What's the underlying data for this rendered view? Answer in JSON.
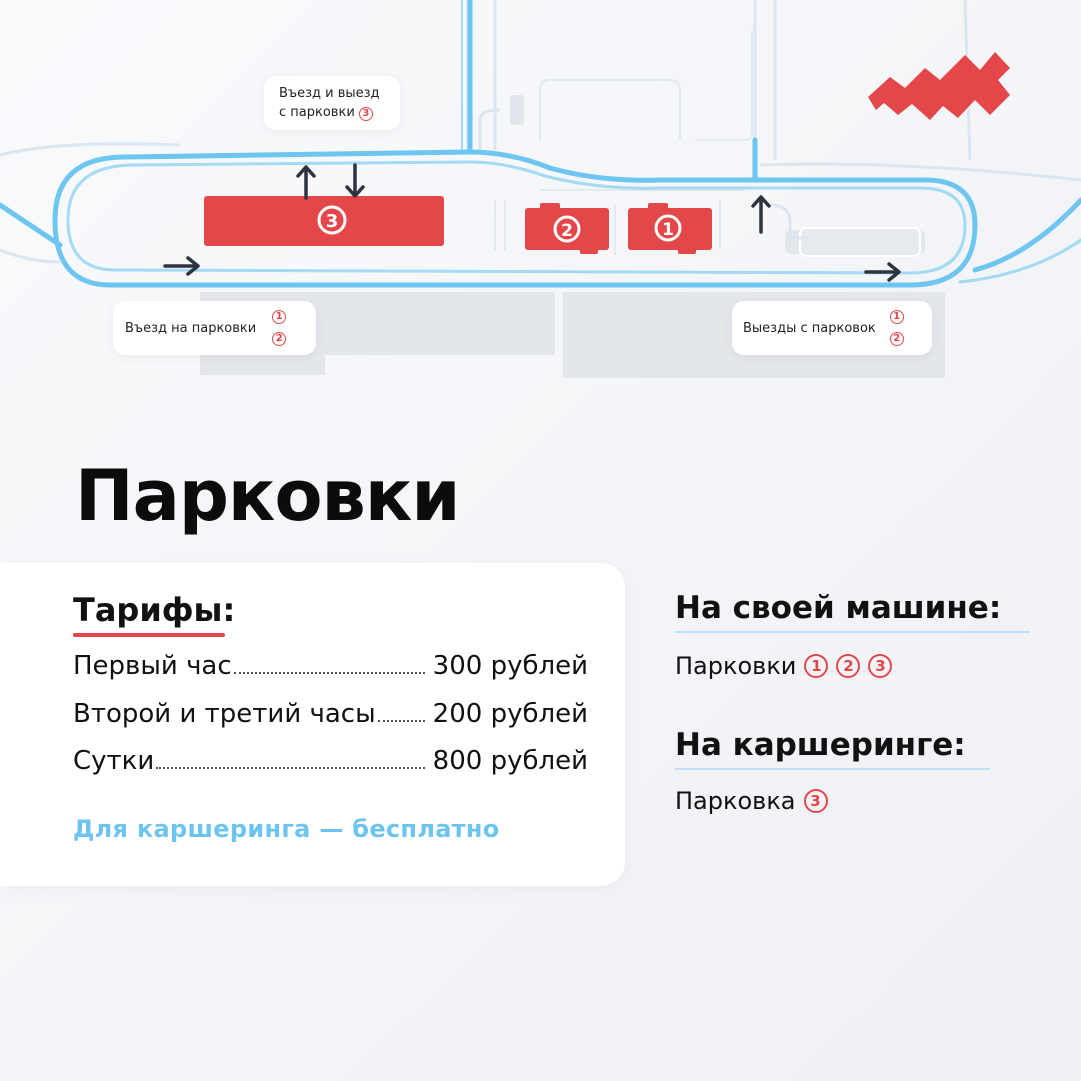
{
  "map": {
    "lots": [
      "1",
      "2",
      "3"
    ],
    "callouts": {
      "entry_exit_line1": "Въезд и выезд",
      "entry_exit_line2": "с парковки",
      "entry_exit_lot": "3",
      "entry": "Въезд на парковки",
      "entry_lots": [
        "1",
        "2"
      ],
      "exits": "Выезды с парковок",
      "exit_lots": [
        "1",
        "2"
      ]
    },
    "icons": [
      "arrow-right-icon",
      "arrow-up-icon",
      "arrow-down-icon",
      "brand-logo-icon"
    ],
    "colors": {
      "route": "#6ec6f0",
      "lot": "#e3474a",
      "roads": "#dbe6f0",
      "logo": "#e3474a"
    }
  },
  "title": "Парковки",
  "tariffs": {
    "heading": "Тарифы:",
    "rows": [
      {
        "label": "Первый час",
        "price": "300 рублей"
      },
      {
        "label": "Второй и третий часы",
        "price": "200 рублей"
      },
      {
        "label": "Сутки",
        "price": "800 рублей"
      }
    ],
    "note": "Для каршеринга — бесплатно"
  },
  "own_car": {
    "heading": "На своей машине:",
    "label": "Парковки",
    "lots": [
      "1",
      "2",
      "3"
    ]
  },
  "carsharing": {
    "heading": "На каршеринге:",
    "label": "Парковка",
    "lots": [
      "3"
    ]
  }
}
